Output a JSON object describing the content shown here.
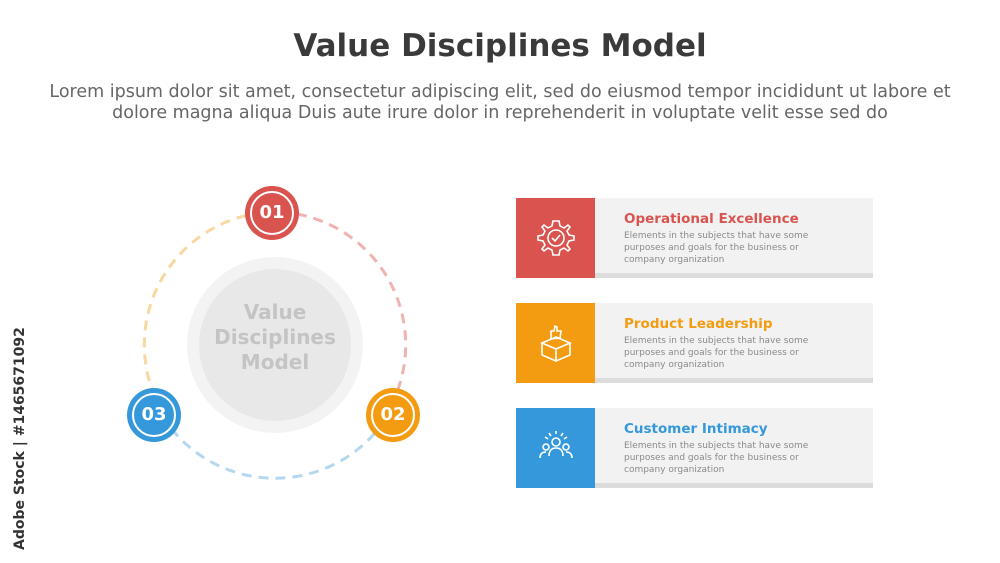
{
  "title": "Value Disciplines Model",
  "subtitle": "Lorem ipsum dolor sit amet, consectetur adipiscing elit, sed do eiusmod tempor incididunt ut labore et dolore magna aliqua Duis aute irure dolor in reprehenderit in voluptate velit esse sed do",
  "cycle": {
    "center_line1": "Value",
    "center_line2": "Disciplines",
    "center_line3": "Model",
    "badges": [
      {
        "number": "01",
        "color": "#d9534f"
      },
      {
        "number": "02",
        "color": "#f39c12"
      },
      {
        "number": "03",
        "color": "#3498db"
      }
    ]
  },
  "cards": [
    {
      "title": "Operational Excellence",
      "description": "Elements in the subjects that have some purposes and goals for the business or company organization",
      "color": "#d9534f",
      "icon": "gear-check-icon"
    },
    {
      "title": "Product Leadership",
      "description": "Elements in the subjects that have some purposes and goals for the business or company organization",
      "color": "#f39c12",
      "icon": "box-thumbsup-icon"
    },
    {
      "title": "Customer Intimacy",
      "description": "Elements in the subjects that have some purposes and goals for the business or company organization",
      "color": "#3498db",
      "icon": "people-group-icon"
    }
  ],
  "watermark": "Adobe Stock | #1465671092"
}
